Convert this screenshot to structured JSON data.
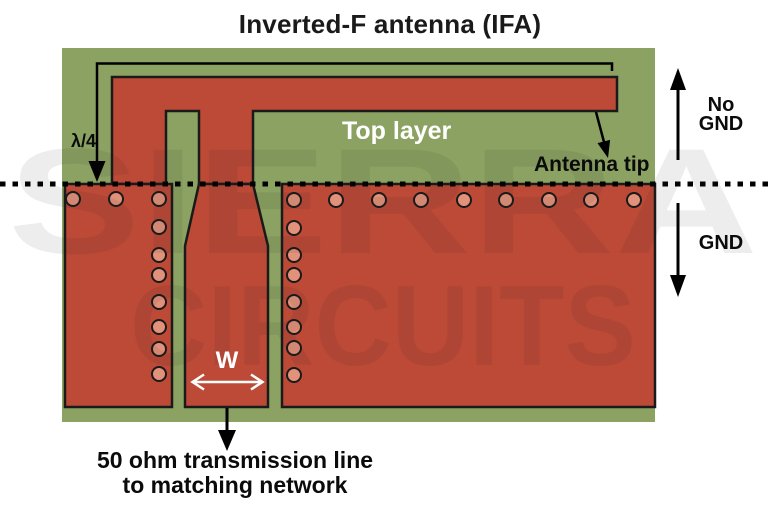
{
  "title": "Inverted-F antenna (IFA)",
  "diagram": {
    "top_layer_label": "Top layer",
    "antenna_tip_label": "Antenna tip",
    "quarter_wave_label": "λ/4",
    "width_label": "W",
    "no_gnd_label": "No\nGND",
    "gnd_label": "GND",
    "feed_caption": "50 ohm transmission line\nto matching network"
  },
  "watermark": {
    "word1": "SIERRA",
    "word2": "CIRCUITS"
  },
  "colors": {
    "board_green": "#8BA262",
    "copper_red": "#BC4A37",
    "via_fill": "#E2917A",
    "outline": "#1A1A1A",
    "annotation_black": "#000000",
    "label_white": "#FFFFFF"
  }
}
